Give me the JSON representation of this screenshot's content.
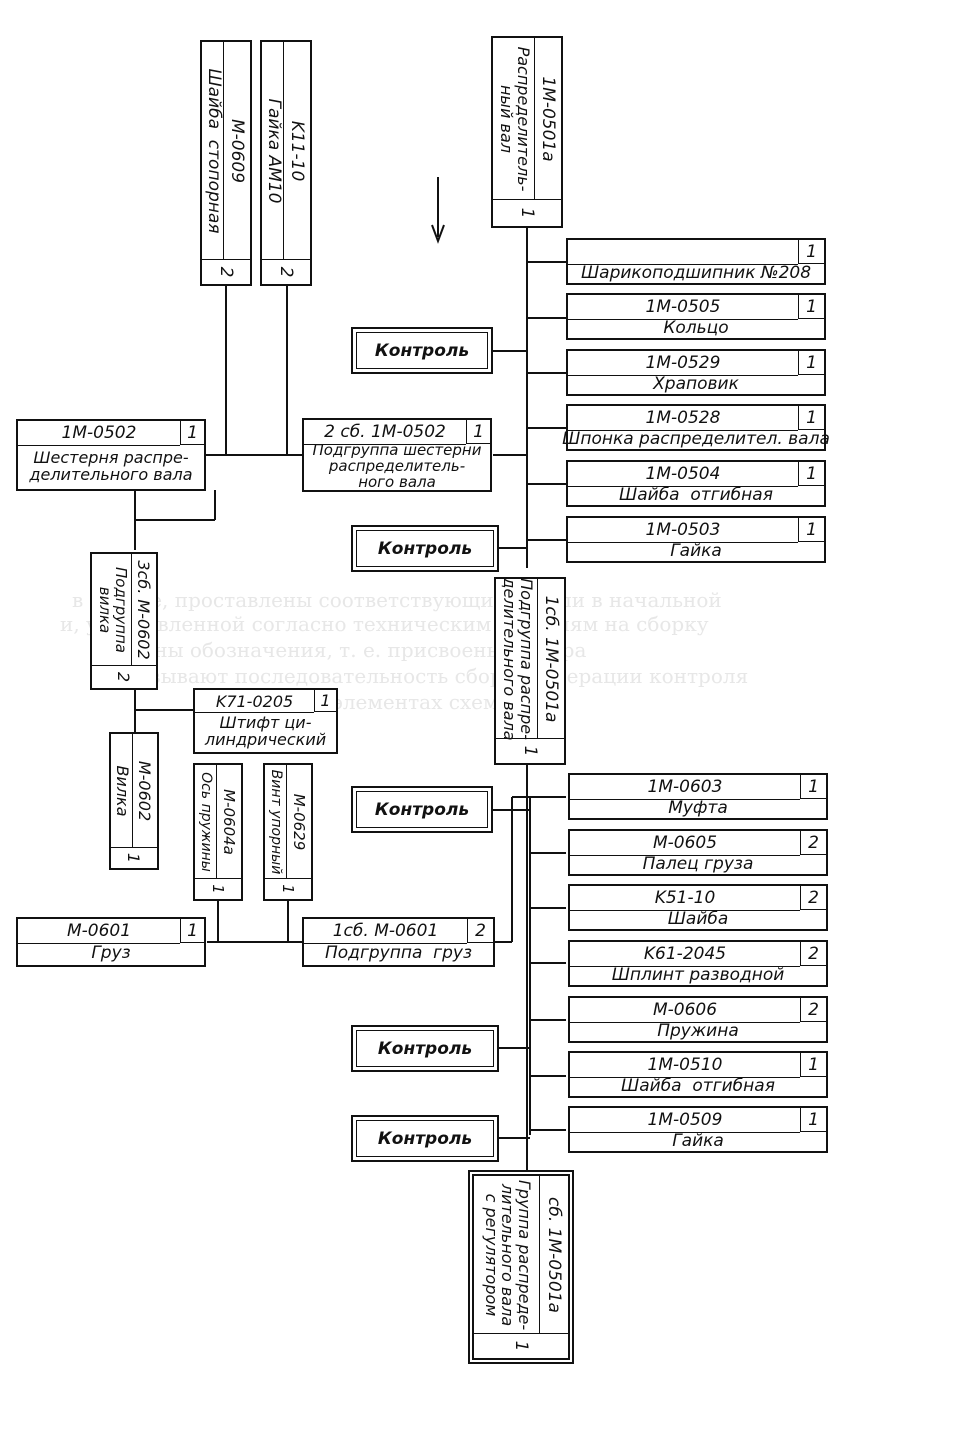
{
  "main_shaft": {
    "code": "1M-0501a",
    "name": "Распределитель-\nный вал",
    "qty": "1"
  },
  "right_parts_upper": [
    {
      "code": "",
      "name": "Шарикоподшипник №208",
      "qty": "1"
    },
    {
      "code": "1M-0505",
      "name": "Кольцо",
      "qty": "1"
    },
    {
      "code": "1M-0529",
      "name": "Храповик",
      "qty": "1"
    },
    {
      "code": "1M-0528",
      "name": "Шпонка распределител. вала",
      "qty": "1"
    },
    {
      "code": "1M-0504",
      "name": "Шайба  отгибная",
      "qty": "1"
    },
    {
      "code": "1M-0503",
      "name": "Гайка",
      "qty": "1"
    }
  ],
  "right_parts_lower": [
    {
      "code": "1M-0603",
      "name": "Муфта",
      "qty": "1"
    },
    {
      "code": "M-0605",
      "name": "Палец груза",
      "qty": "2"
    },
    {
      "code": "K51-10",
      "name": "Шайба",
      "qty": "2"
    },
    {
      "code": "K61-2045",
      "name": "Шплинт разводной",
      "qty": "2"
    },
    {
      "code": "M-0606",
      "name": "Пружина",
      "qty": "2"
    },
    {
      "code": "1M-0510",
      "name": "Шайба  отгибная",
      "qty": "1"
    },
    {
      "code": "1M-0509",
      "name": "Гайка",
      "qty": "1"
    }
  ],
  "control_label": "Контроль",
  "subgroup_shaft": {
    "code": "1сб. 1M-0501a",
    "name": "Подгруппа распре-\nделительного вала",
    "qty": "1"
  },
  "final_group": {
    "code": "сб. 1M-0501a",
    "name": "Группа распреде-\nлительного вала\nс регулятором",
    "qty": "1"
  },
  "top_left_parts": [
    {
      "code": "M-0609",
      "name": "Шайба  стопорная",
      "qty": "2"
    },
    {
      "code": "K11-10",
      "name": "Гайка AM10",
      "qty": "2"
    }
  ],
  "gear": {
    "code": "1M-0502",
    "name": "Шестерня распре-\nделительного вала",
    "qty": "1"
  },
  "subgroup_gear": {
    "code": "2 сб. 1M-0502",
    "name": "Подгруппа шестерни\nраспределитель-\nного вала",
    "qty": "1"
  },
  "subgroup_fork": {
    "code": "3сб. M-0602",
    "name": "Подгруппа\nвилка",
    "qty": "2"
  },
  "pin": {
    "code": "K71-0205",
    "name": "Штифт ци-\nлиндрический",
    "qty": "1"
  },
  "fork": {
    "code": "M-0602",
    "name": "Вилка",
    "qty": "1"
  },
  "spring_axle": {
    "code": "M-0604a",
    "name": "Ось пружины",
    "qty": "1"
  },
  "stop_screw": {
    "code": "M-0629",
    "name": "Винт упорный",
    "qty": "1"
  },
  "weight": {
    "code": "M-0601",
    "name": "Груз",
    "qty": "1"
  },
  "subgroup_weight": {
    "code": "1сб.  M-0601",
    "name": "Подгруппа  груз",
    "qty": "2"
  },
  "bleed_through": [
    "в сборке, проставлены соответствующие детали в начальной",
    "и, установленной согласно техническим условиям на сборку",
    "даны обозначения, т. е. присвоены номера",
    "показывают последовательность сборки, операции контроля",
    "на элементах схемы"
  ]
}
